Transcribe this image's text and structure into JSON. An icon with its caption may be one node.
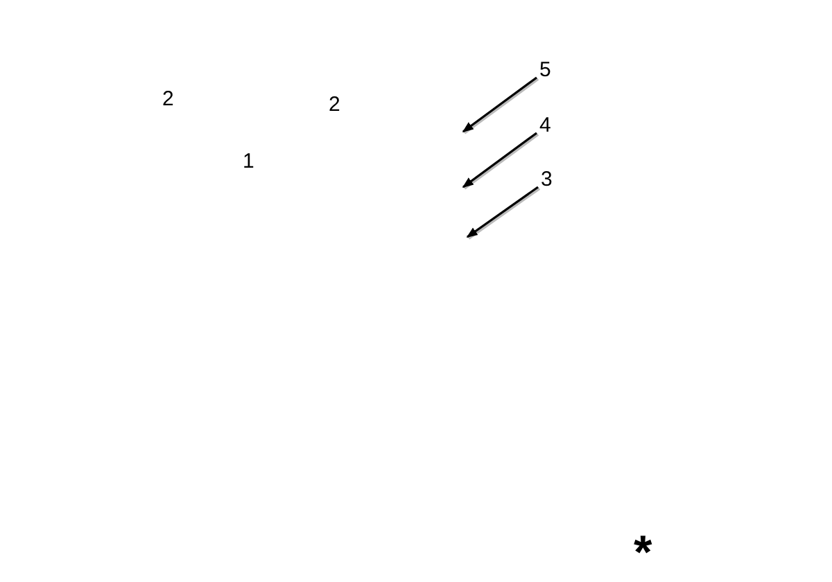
{
  "diagram": {
    "nodes": [
      {
        "text": [
          "5"
        ]
      },
      {
        "text": [
          "4"
        ]
      },
      {
        "text": [
          "3"
        ]
      }
    ],
    "edges": [
      {
        "from": 0,
        "to": null,
        "arrow": "to"
      },
      {
        "from": 1,
        "to": null,
        "arrow": "to"
      },
      {
        "from": 2,
        "to": null,
        "arrow": "to"
      }
    ],
    "labels": [
      "2",
      "2",
      "1",
      "*"
    ]
  }
}
